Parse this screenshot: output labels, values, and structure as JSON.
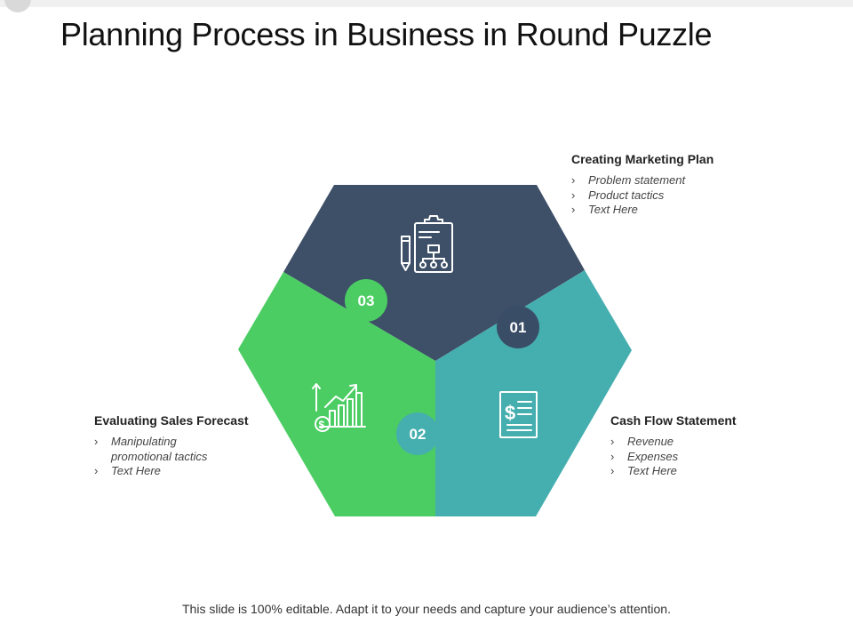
{
  "slide": {
    "title": "Planning Process in Business in Round Puzzle",
    "footer": "This slide is 100% editable. Adapt it to your needs and capture your audience’s attention."
  },
  "colors": {
    "navy": "#3d5068",
    "teal": "#45aeaf",
    "green": "#4bcd63",
    "badge_navy": "#3a4d66",
    "badge_teal": "#45aeaf",
    "badge_green": "#4bcd63"
  },
  "segments": [
    {
      "number": "01",
      "heading": "Creating Marketing Plan",
      "bullets": [
        "Problem statement",
        "Product tactics",
        "Text Here"
      ],
      "icon": "clipboard-flowchart-icon"
    },
    {
      "number": "02",
      "heading": "Cash Flow Statement",
      "bullets": [
        "Revenue",
        "Expenses",
        "Text Here"
      ],
      "icon": "dollar-document-icon"
    },
    {
      "number": "03",
      "heading": "Evaluating Sales Forecast",
      "bullets": [
        "Manipulating promotional tactics",
        "Text Here"
      ],
      "icon": "sales-growth-chart-icon"
    }
  ],
  "bullet_glyph": "›"
}
